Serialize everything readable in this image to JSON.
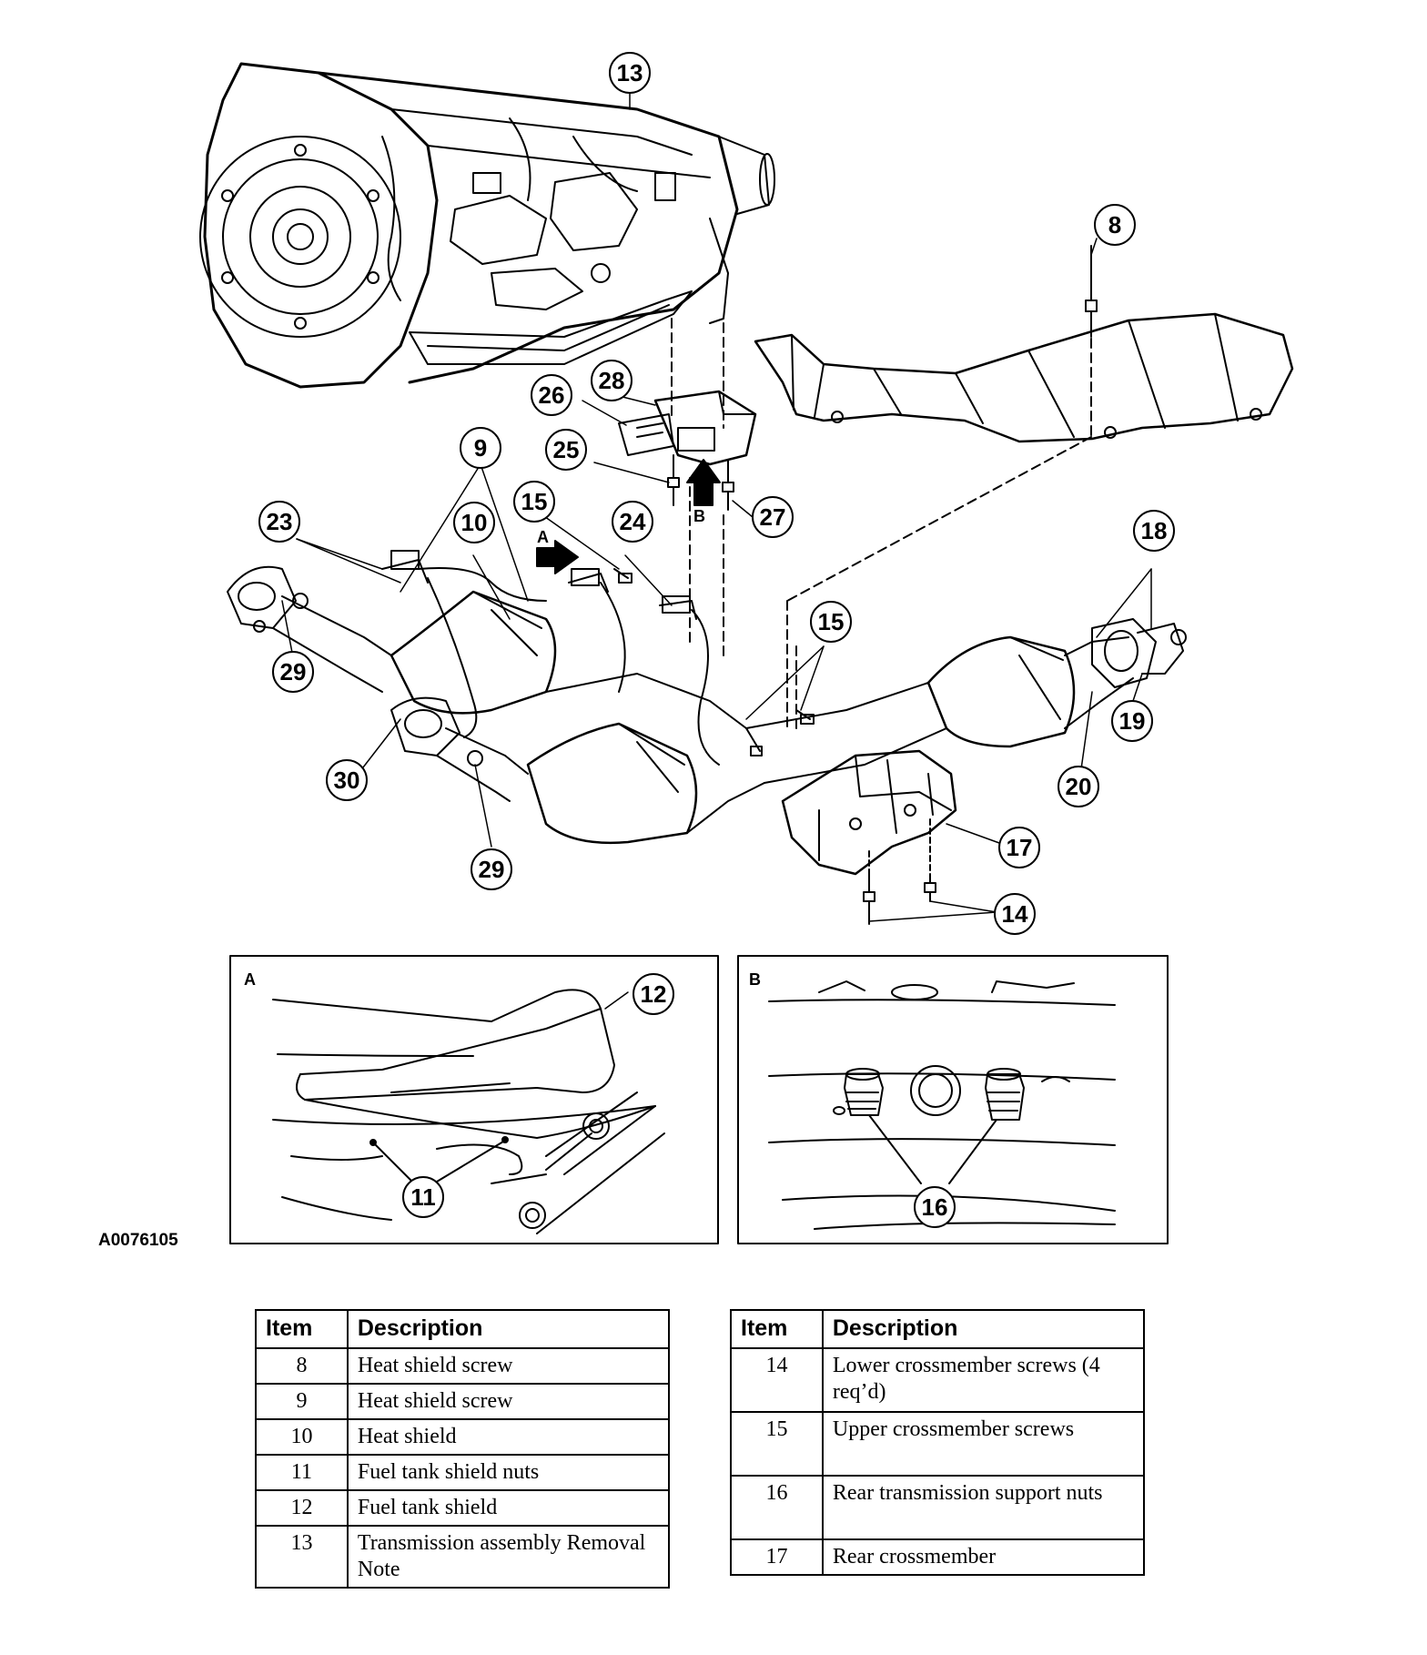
{
  "figure_id": "A0076105",
  "callouts": [
    "13",
    "8",
    "28",
    "26",
    "25",
    "27",
    "9",
    "15",
    "24",
    "23",
    "10",
    "18",
    "15",
    "29",
    "19",
    "30",
    "20",
    "29",
    "17",
    "14",
    "12",
    "11",
    "16"
  ],
  "view_letters": {
    "arrow_a": "A",
    "arrow_b": "B",
    "inset_a": "A",
    "inset_b": "B"
  },
  "legend_left": {
    "headers": [
      "Item",
      "Description"
    ],
    "rows": [
      {
        "item": "8",
        "description": "Heat shield screw"
      },
      {
        "item": "9",
        "description": "Heat shield screw"
      },
      {
        "item": "10",
        "description": "Heat shield"
      },
      {
        "item": "11",
        "description": "Fuel tank shield nuts"
      },
      {
        "item": "12",
        "description": "Fuel tank shield"
      },
      {
        "item": "13",
        "description": "Transmission assembly Removal Note"
      }
    ]
  },
  "legend_right": {
    "headers": [
      "Item",
      "Description"
    ],
    "rows": [
      {
        "item": "14",
        "description": "Lower crossmember screws (4 req’d)"
      },
      {
        "item": "15",
        "description": "Upper crossmember screws"
      },
      {
        "item": "16",
        "description": "Rear transmission support nuts"
      },
      {
        "item": "17",
        "description": "Rear crossmember"
      }
    ]
  }
}
